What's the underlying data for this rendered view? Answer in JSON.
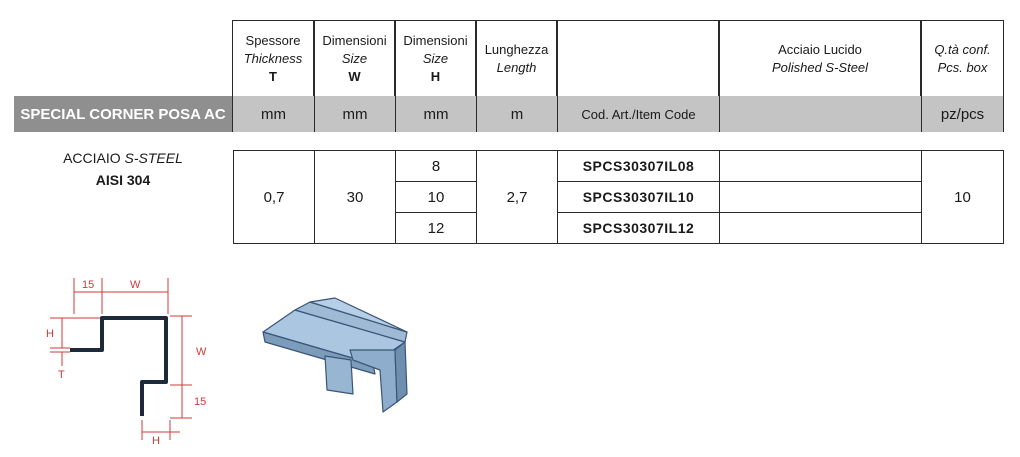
{
  "header": {
    "thickness": {
      "it": "Spessore",
      "en": "Thickness",
      "sym": "T"
    },
    "width": {
      "it": "Dimensioni",
      "en": "Size",
      "sym": "W"
    },
    "height": {
      "it": "Dimensioni",
      "en": "Size",
      "sym": "H"
    },
    "length": {
      "it": "Lunghezza",
      "en": "Length"
    },
    "finish": {
      "it": "Acciaio Lucido",
      "en": "Polished S-Steel"
    },
    "qty": {
      "it": "Q.tà conf.",
      "en": "Pcs. box"
    }
  },
  "units_row": {
    "title": "SPECIAL CORNER POSA AC",
    "t": "mm",
    "w": "mm",
    "h": "mm",
    "l": "m",
    "code": "Cod. Art./Item Code",
    "qty": "pz/pcs"
  },
  "material": {
    "line1_it": "ACCIAIO",
    "line1_en": "S-STEEL",
    "line2": "AISI 304"
  },
  "rows": {
    "thickness": "0,7",
    "width": "30",
    "length": "2,7",
    "qty": "10",
    "items": [
      {
        "h": "8",
        "code": "SPCS30307IL08"
      },
      {
        "h": "10",
        "code": "SPCS30307IL10"
      },
      {
        "h": "12",
        "code": "SPCS30307IL12"
      }
    ]
  },
  "drawing": {
    "dim_15_top": "15",
    "dim_w_top": "W",
    "dim_h_left": "H",
    "dim_t": "T",
    "dim_w_right": "W",
    "dim_15_right": "15",
    "dim_h_bottom": "H"
  },
  "colors": {
    "title_bg": "#8f8f8f",
    "units_bg": "#c4c4c4",
    "dim_red": "#d23a3a",
    "profile": "#1e2a3a",
    "render": "#8fb0d0"
  }
}
